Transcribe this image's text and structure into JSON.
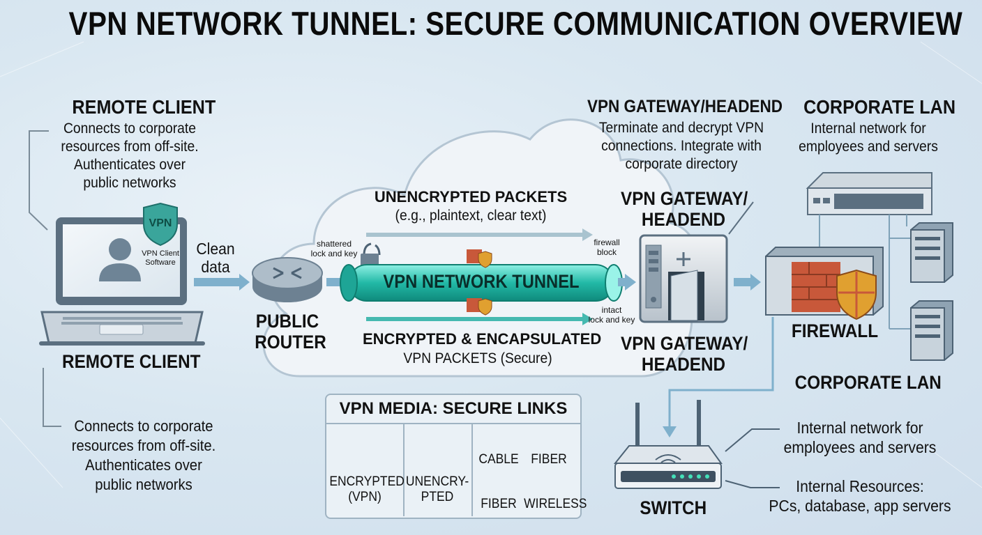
{
  "title": "VPN NETWORK TUNNEL: SECURE COMMUNICATION OVERVIEW",
  "remote_client": {
    "heading": "REMOTE CLIENT",
    "description": [
      "Connects to corporate",
      "resources from off-site.",
      "Authenticates over",
      "public networks"
    ],
    "label": "REMOTE CLIENT",
    "description_bottom": [
      "Connects to corporate",
      "resources from off-site.",
      "Authenticates over",
      "public networks"
    ],
    "shield_text": "VPN",
    "software_label": [
      "VPN Client",
      "Software"
    ]
  },
  "clean_data": [
    "Clean",
    "data"
  ],
  "public_router": [
    "PUBLIC",
    "ROUTER"
  ],
  "cloud": {
    "unencrypted_title": "UNENCRYPTED PACKETS",
    "unencrypted_sub": "(e.g., plaintext, clear text)",
    "shattered": [
      "shattered",
      "lock and key"
    ],
    "firewall_block": [
      "firewall",
      "block"
    ],
    "tunnel_label": "VPN NETWORK TUNNEL",
    "intact": [
      "intact",
      "lock and key"
    ],
    "encrypted_title": "ENCRYPTED & ENCAPSULATED",
    "encrypted_sub": "VPN PACKETS (Secure)"
  },
  "gateway": {
    "heading": "VPN GATEWAY/HEADEND",
    "description": [
      "Terminate and decrypt VPN",
      "connections. Integrate with",
      "corporate directory"
    ],
    "label_top": [
      "VPN GATEWAY/",
      "HEADEND"
    ],
    "label_bottom": [
      "VPN GATEWAY/",
      "HEADEND"
    ]
  },
  "corporate_lan": {
    "heading": "CORPORATE LAN",
    "description": [
      "Internal network for",
      "employees and servers"
    ],
    "label": "CORPORATE LAN",
    "desc_bottom": [
      "Internal network for",
      "employees and servers"
    ],
    "resources": [
      "Internal Resources:",
      "PCs, database, app servers"
    ]
  },
  "firewall_label": "FIREWALL",
  "switch_label": "SWITCH",
  "media": {
    "heading": "VPN MEDIA: SECURE LINKS",
    "encrypted": [
      "ENCRYPTED",
      "(VPN)"
    ],
    "unencrypted": [
      "UNENCRY-",
      "PTED"
    ],
    "cable": "CABLE",
    "fiber_top": "FIBER",
    "fiber_bottom": "FIBER",
    "wireless": "WIRELESS"
  },
  "colors": {
    "tunnel": "#3fd8c4",
    "arrow": "#7fb0cc",
    "brick": "#c8583a",
    "shield": "#e0a030",
    "green_lock": "#2f8f7f"
  }
}
